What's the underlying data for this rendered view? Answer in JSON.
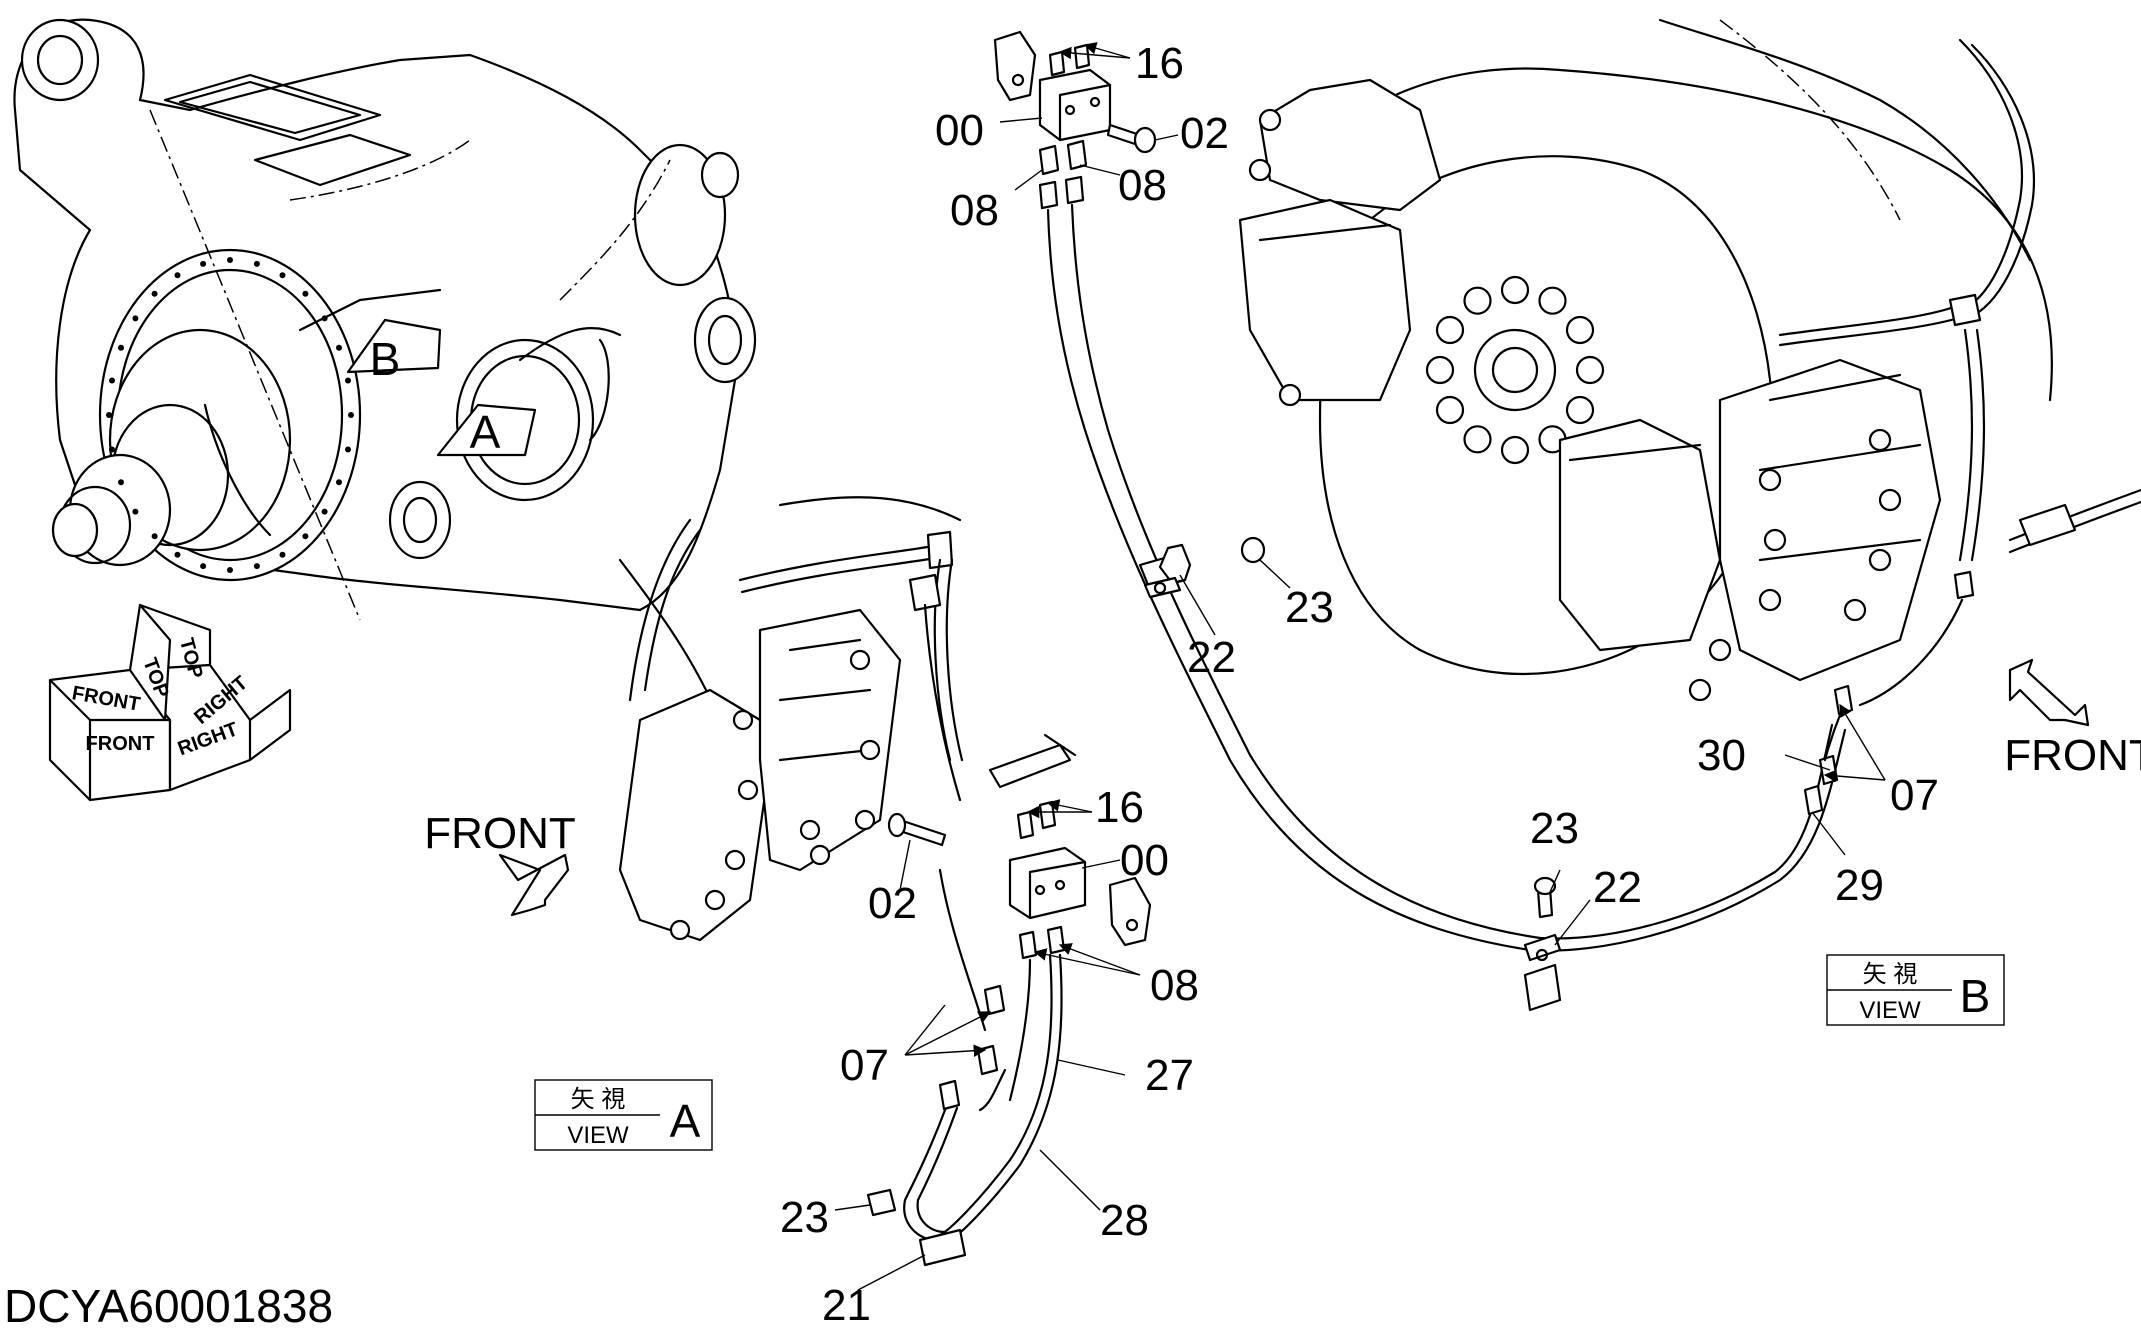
{
  "drawing_id": "DCYA60001838",
  "orientation_cube": {
    "top": "TOP",
    "front": "FRONT",
    "right": "RIGHT"
  },
  "view_markers": {
    "a": "A",
    "b": "B"
  },
  "direction_labels": {
    "front_a": "FRONT",
    "front_b": "FRONT"
  },
  "view_boxes": {
    "a": {
      "kanji": "矢 視",
      "view": "VIEW",
      "letter": "A"
    },
    "b": {
      "kanji": "矢 視",
      "view": "VIEW",
      "letter": "B"
    }
  },
  "part_numbers": {
    "top_16": "16",
    "top_00": "00",
    "top_02": "02",
    "top_08_l": "08",
    "top_08_r": "08",
    "mid_23": "23",
    "mid_22": "22",
    "a_16": "16",
    "a_00": "00",
    "a_02": "02",
    "a_08": "08",
    "a_07": "07",
    "a_27": "27",
    "a_28": "28",
    "a_23": "23",
    "a_21": "21",
    "b_23": "23",
    "b_22": "22",
    "b_30": "30",
    "b_07": "07",
    "b_29": "29"
  }
}
